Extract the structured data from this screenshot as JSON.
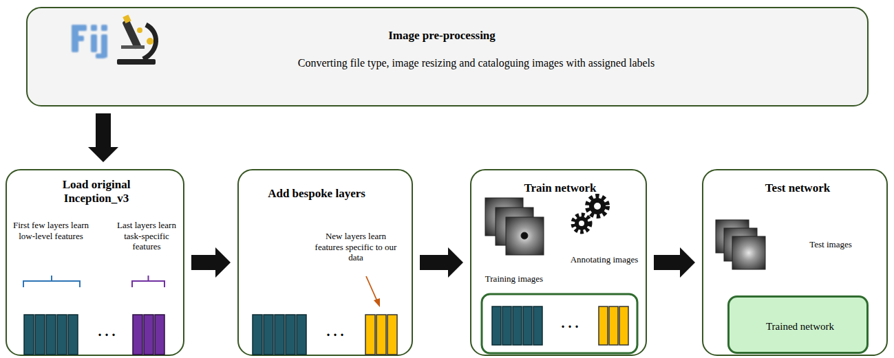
{
  "diagram": {
    "nodes": [
      {
        "text": [
          "Image pre-processing",
          "Converting file type, image resizing and cataloguing images with assigned labels"
        ]
      },
      {
        "text": [
          "Load original Inception_v3",
          "First few layers learn low-level features",
          "Last layers learn task-specific features"
        ]
      },
      {
        "text": [
          "Add bespoke layers",
          "New layers learn features specific to our data"
        ]
      },
      {
        "text": [
          "Train network",
          "Training images",
          "Annotating images"
        ]
      },
      {
        "text": [
          "Test network",
          "Test images"
        ]
      },
      {
        "text": [
          "Trained network"
        ],
        "in": 4
      }
    ],
    "edges": [
      {
        "from": 0,
        "to": 1,
        "arrow": "to"
      },
      {
        "from": 1,
        "to": 2,
        "arrow": "to"
      },
      {
        "from": 2,
        "to": 3,
        "arrow": "to"
      },
      {
        "from": 3,
        "to": 4,
        "arrow": "to"
      }
    ],
    "labels": [
      ". . .",
      ". . .",
      ". . ."
    ]
  }
}
